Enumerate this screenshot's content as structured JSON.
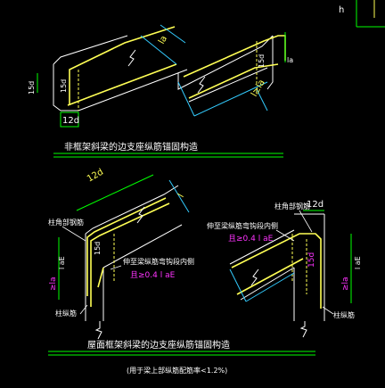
{
  "colors": {
    "bar": "#ffff55",
    "dim": "#00ff00",
    "dim2": "#33ccff",
    "text": "#ffffff",
    "mag": "#ff33ff",
    "cap": "#00ff00"
  },
  "labels": {
    "d1_la": "la",
    "d1_15d": "15d",
    "d1_12d": "12d",
    "d2_15d": "15d",
    "d2_la": "la",
    "d2_la2": "l≥la",
    "caption1": "非框架斜梁的边支座纵筋锚固构造",
    "d3_12d": "12d",
    "d3_column_corner_bars": "柱角部钢筋",
    "d3_la": "≥la",
    "d3_lae": "l aE",
    "d3_column_bar": "柱纵筋",
    "d3_15d": "15d",
    "d3_note1": "伸至梁纵筋弯钩段内侧",
    "d3_note2": "且≥0.4 l aE",
    "d4_column_corner_bars": "柱角部钢筋",
    "d4_12d": "12d",
    "d4_note1": "伸至梁纵筋弯钩段内侧",
    "d4_note2": "且≥0.4 l aE",
    "d4_15d": "15d",
    "d4_la": "≥la",
    "d4_lae": "l aE",
    "d4_column_bar": "柱纵筋",
    "caption2": "屋面框架斜梁的边支座纵筋锚固构造",
    "caption2_sub": "(用于梁上部纵筋配筋率<1.2%)",
    "top_right_h": "h"
  }
}
